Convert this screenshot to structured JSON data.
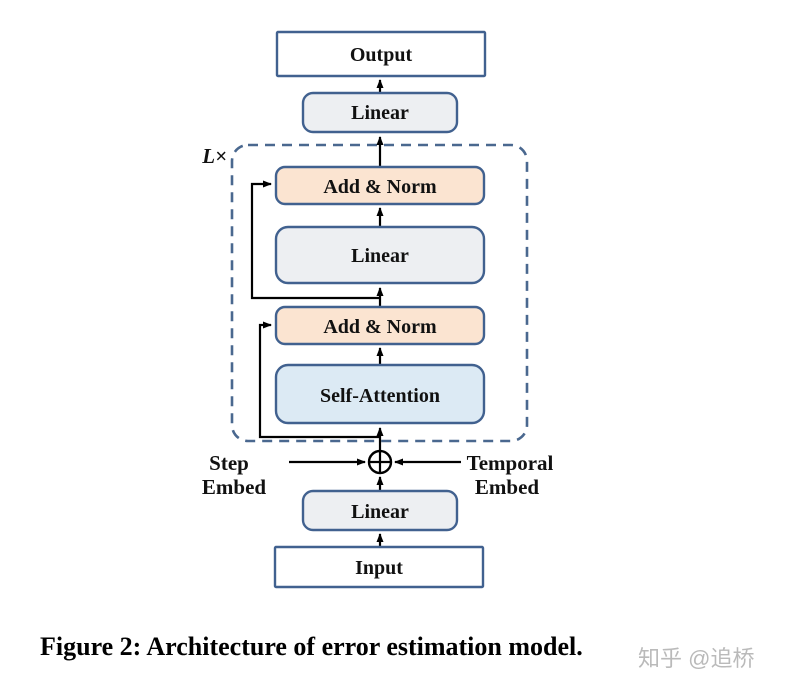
{
  "figure": {
    "caption": "Figure 2: Architecture of error estimation model.",
    "watermark": "知乎 @追桥",
    "loop_label": "L×"
  },
  "nodes": {
    "output": "Output",
    "linear_top": "Linear",
    "add_norm_1": "Add & Norm",
    "linear_mid": "Linear",
    "add_norm_2": "Add & Norm",
    "self_attention": "Self-Attention",
    "linear_bottom": "Linear",
    "input": "Input"
  },
  "side_labels": {
    "step_line1": "Step",
    "step_line2": "Embed",
    "temporal_line1": "Temporal",
    "temporal_line2": "Embed"
  },
  "colors": {
    "io_fill": "#ffffff",
    "linear_fill": "#edeff2",
    "add_norm_fill": "#fbe4d1",
    "self_attention_fill": "#dceaf4",
    "border": "#41618f",
    "dashed_border": "#4a688f",
    "wire": "#000000",
    "watermark_gray": "#b2b2b2"
  }
}
